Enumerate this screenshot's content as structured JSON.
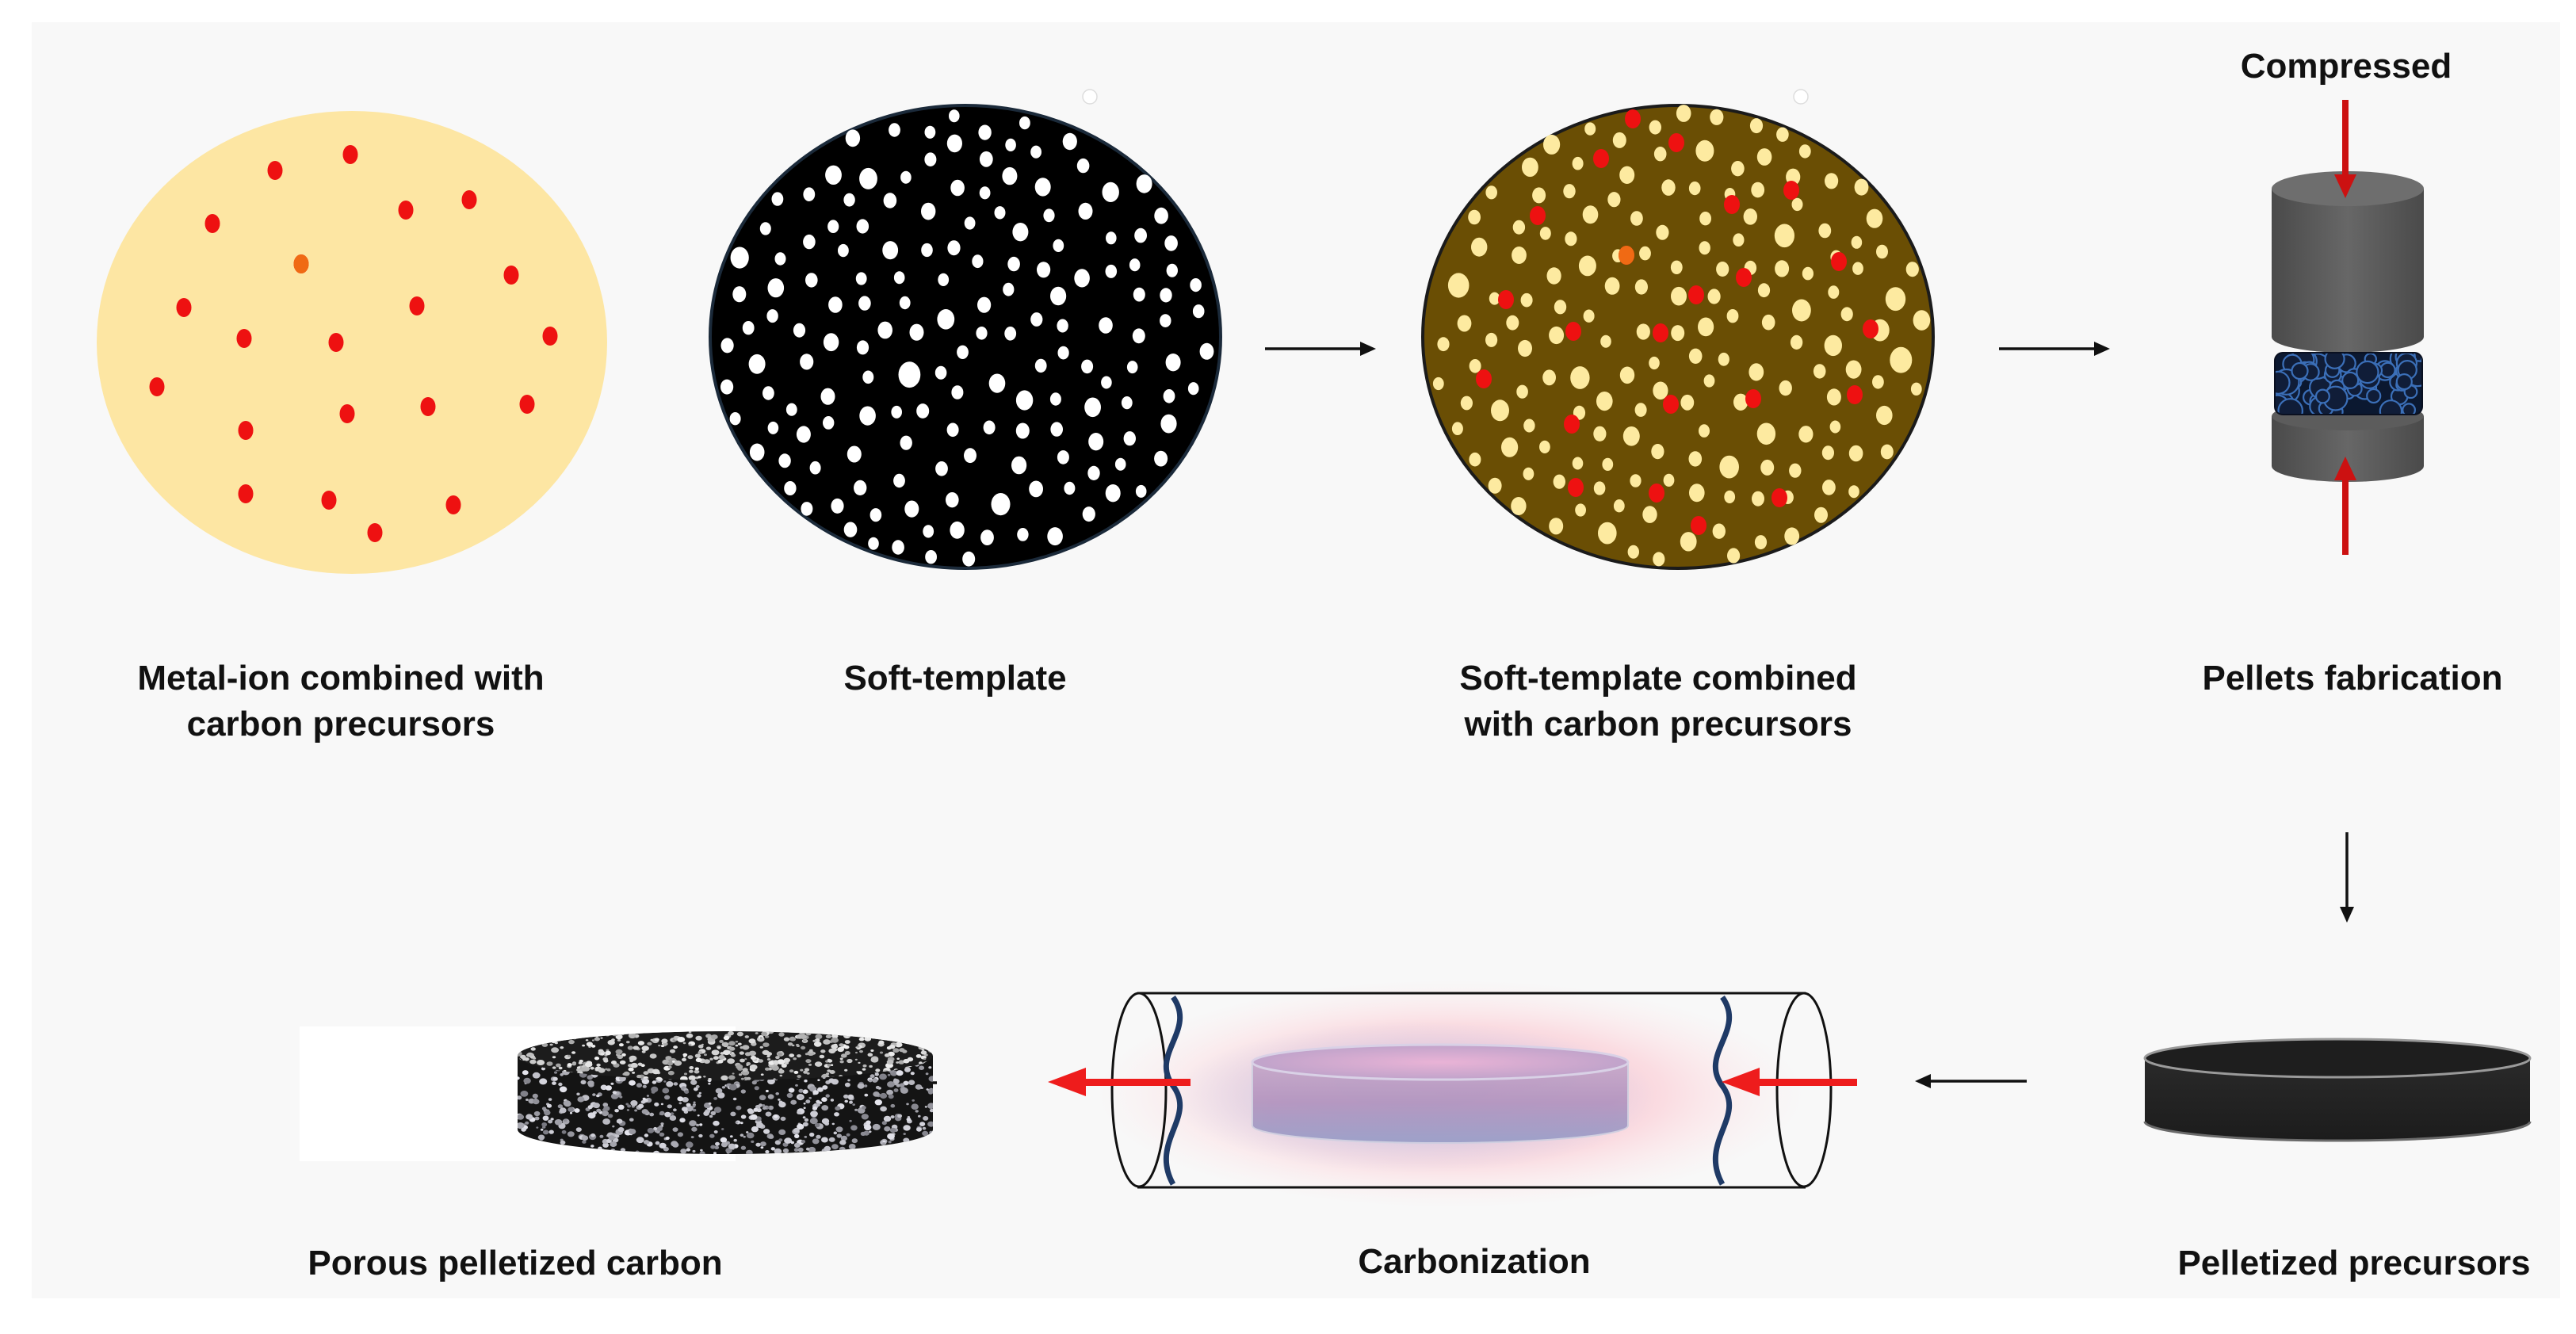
{
  "labels": {
    "metal_ion_line1": "Metal-ion combined with",
    "metal_ion_line2": "carbon precursors",
    "soft_template": "Soft-template",
    "combined_line1": "Soft-template combined",
    "combined_line2": "with carbon precursors",
    "pellets_fabrication": "Pellets fabrication",
    "compressed": "Compressed",
    "pelletized_precursors": "Pelletized precursors",
    "carbonization": "Carbonization",
    "porous_carbon": "Porous pelletized carbon"
  },
  "colors": {
    "background_panel": "#f8f8f8",
    "metal_disc": "#fde6a3",
    "metal_dot": "#ee1111",
    "metal_dot_accent": "#f06a14",
    "template_disc": "#000000",
    "template_pore": "#ffffff",
    "combined_disc": "#6a4e04",
    "combined_pore": "#fdeaa0",
    "press_gray": "#5d5d5d",
    "press_arrow": "#cc1111",
    "pellet_dark": "#262626",
    "furnace_glow": "#f7b6c0",
    "flow_arrow": "#ee1c1c"
  },
  "icons": {
    "flow_arrow": "right-arrow-icon",
    "down_arrow": "down-arrow-icon",
    "left_arrow": "left-arrow-icon"
  }
}
